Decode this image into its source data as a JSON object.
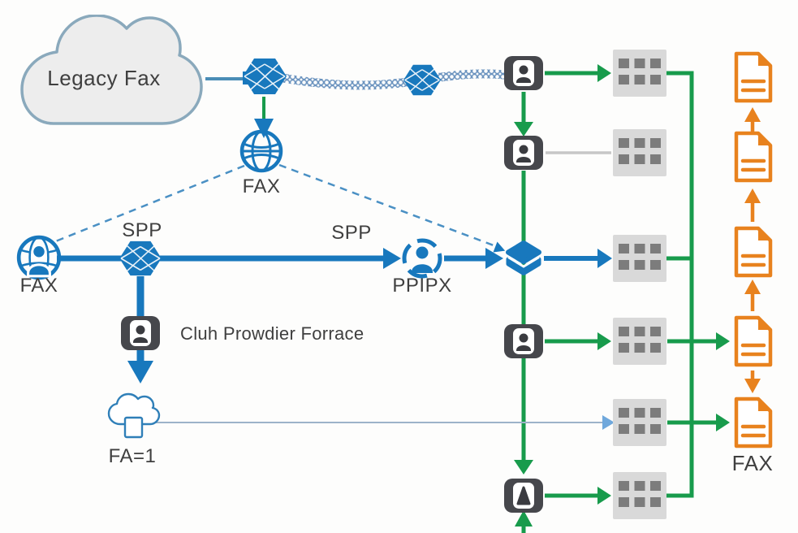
{
  "diagram_type": "network-fax-topology-diagram",
  "labels": {
    "legacy_fax": "Legacy Fax",
    "globe_fax": "FAX",
    "left_fax": "FAX",
    "spp_left": "SPP",
    "spp_mid": "SPP",
    "ppipx": "PPIPX",
    "provider": "Cluh Prowdier Forrace",
    "fa1": "FA=1",
    "fax_right": "FAX"
  },
  "icons": {
    "legacy-cloud-icon": "cloud outline",
    "hexagon-mesh-icon": "blue hexagon with white lattice",
    "chain-link-line": "coiled chain connector",
    "globe-icon": "internet globe",
    "person-globe-icon": "globe with user silhouette",
    "person-circle-icon": "user in segmented ring",
    "stack-layers-icon": "stacked layers cube",
    "badge-user-icon": "dark card with user silhouette",
    "server-grid-icon": "gray block with 6 dark squares",
    "document-icon": "orange page with folded corner",
    "small-cloud-icon": "small cloud with box"
  },
  "colors": {
    "blue": "#1878bd",
    "green": "#189b4c",
    "orange": "#e8821e",
    "badge_dark": "#46474c",
    "server_light": "#d9d9d9",
    "server_dark": "#7c7c7c",
    "gray_line": "#c6c6c6",
    "dashed_blue": "#4a90c4",
    "thin_line": "#9cb3c9",
    "thin_arrow": "#6fa8dc",
    "cloud_fill": "#ededed",
    "cloud_stroke": "#8aa9bc",
    "text": "#3f3f3f"
  }
}
